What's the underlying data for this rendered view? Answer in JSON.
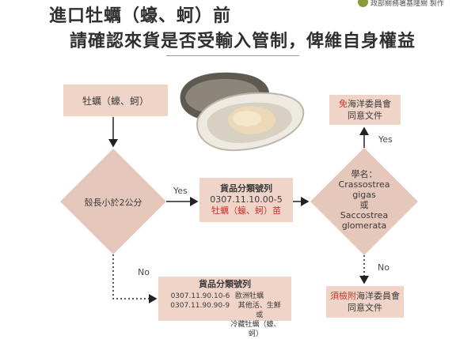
{
  "header": {
    "title_line1": "進口牡蠣（蠔、蚵）前",
    "title_line2": "請確認來貨是否受輸入管制，俾維自身權益",
    "logo_text": "政部關務署基隆關 製作"
  },
  "flow": {
    "start_box": "牡蠣（蠔、蚵）",
    "decision_size": "殼長小於2公分",
    "yes_label_1": "Yes",
    "no_label_1": "No",
    "code_box_1": {
      "title": "貨品分類號列",
      "code": "0307.11.10.00-5",
      "name": "牡蠣（蠔、蚵）苗"
    },
    "decision_species": {
      "title": "學名：",
      "name1_a": "Crassostrea",
      "name1_b": "gigas",
      "or": "或",
      "name2_a": "Saccostrea",
      "name2_b": "glomerata"
    },
    "yes_label_2": "Yes",
    "no_label_2": "No",
    "exempt_box": {
      "highlight": "免",
      "text_line1": "海洋委員會",
      "text_line2": "同意文件"
    },
    "need_box": {
      "highlight": "須檢附",
      "text_line1": "海洋委員會",
      "text_line2": "同意文件"
    },
    "code_box_2": {
      "title": "貨品分類號列",
      "row1_code": "0307.11.90.10-6",
      "row1_name": "歐洲牡蠣",
      "row2_code": "0307.11.90.90-9",
      "row2_name": "其他活、生鮮或",
      "row3_name": "冷藏牡蠣（蠔、蚵）"
    }
  },
  "colors": {
    "box_fill": "#f0d4c8",
    "diamond_fill": "#e6c7bb",
    "highlight": "#d0302a",
    "arrow": "#222222"
  }
}
